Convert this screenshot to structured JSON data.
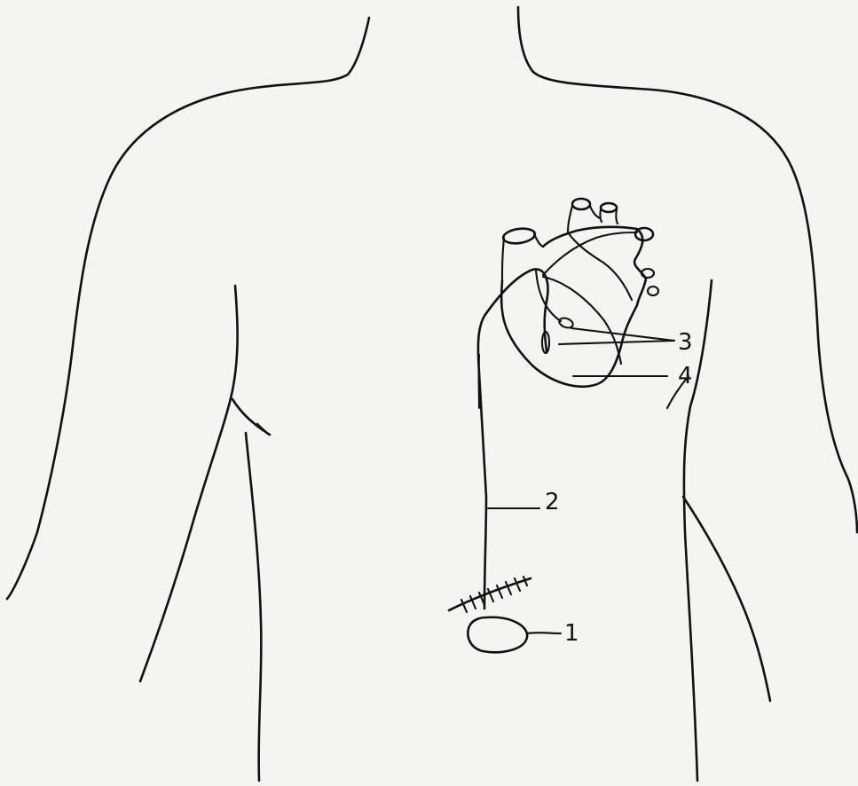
{
  "diagram": {
    "labels": [
      {
        "id": "1",
        "text": "1"
      },
      {
        "id": "2",
        "text": "2"
      },
      {
        "id": "3",
        "text": "3"
      },
      {
        "id": "4",
        "text": "4"
      }
    ],
    "ink_color": "#111111",
    "paper_color": "#f4f4f2"
  }
}
